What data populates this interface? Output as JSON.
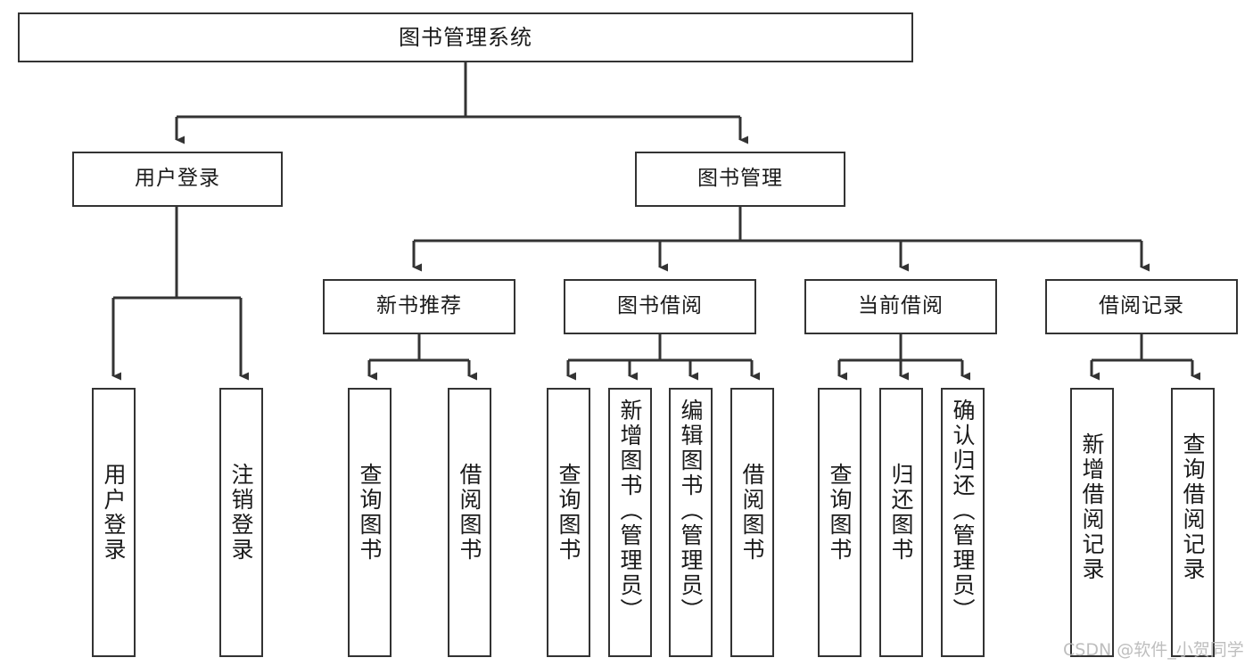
{
  "diagram": {
    "title": "图书管理系统",
    "type": "tree-hierarchy-chart",
    "orientation": "top-down",
    "line_color": "#333333",
    "box_fill": "#ffffff",
    "text_color": "#1a1a1a"
  },
  "nodes": {
    "root": {
      "label": "图书管理系统"
    },
    "level2": [
      {
        "id": "user-login",
        "label": "用户登录"
      },
      {
        "id": "book-manage",
        "label": "图书管理"
      }
    ],
    "level3": [
      {
        "id": "new-book-recommend",
        "label": "新书推荐"
      },
      {
        "id": "book-borrow",
        "label": "图书借阅"
      },
      {
        "id": "current-borrow",
        "label": "当前借阅"
      },
      {
        "id": "borrow-record",
        "label": "借阅记录"
      }
    ],
    "leaves": {
      "user_login": [
        {
          "id": "leaf-user-login",
          "label": "用户登录"
        },
        {
          "id": "leaf-logout-login",
          "label": "注销登录"
        }
      ],
      "new_book_recommend": [
        {
          "id": "leaf-query-book-1",
          "label": "查询图书"
        },
        {
          "id": "leaf-borrow-book-1",
          "label": "借阅图书"
        }
      ],
      "book_borrow": [
        {
          "id": "leaf-query-book-2",
          "label": "查询图书"
        },
        {
          "id": "leaf-add-book",
          "label": "新增图书（管理员）"
        },
        {
          "id": "leaf-edit-book",
          "label": "编辑图书（管理员）"
        },
        {
          "id": "leaf-borrow-book-2",
          "label": "借阅图书"
        }
      ],
      "current_borrow": [
        {
          "id": "leaf-query-book-3",
          "label": "查询图书"
        },
        {
          "id": "leaf-return-book",
          "label": "归还图书"
        },
        {
          "id": "leaf-confirm-return",
          "label": "确认归还（管理员）"
        }
      ],
      "borrow_record": [
        {
          "id": "leaf-add-record",
          "label": "新增借阅记录"
        },
        {
          "id": "leaf-query-record",
          "label": "查询借阅记录"
        }
      ]
    }
  },
  "watermark": {
    "text": "CSDN @软件_小贺同学"
  }
}
